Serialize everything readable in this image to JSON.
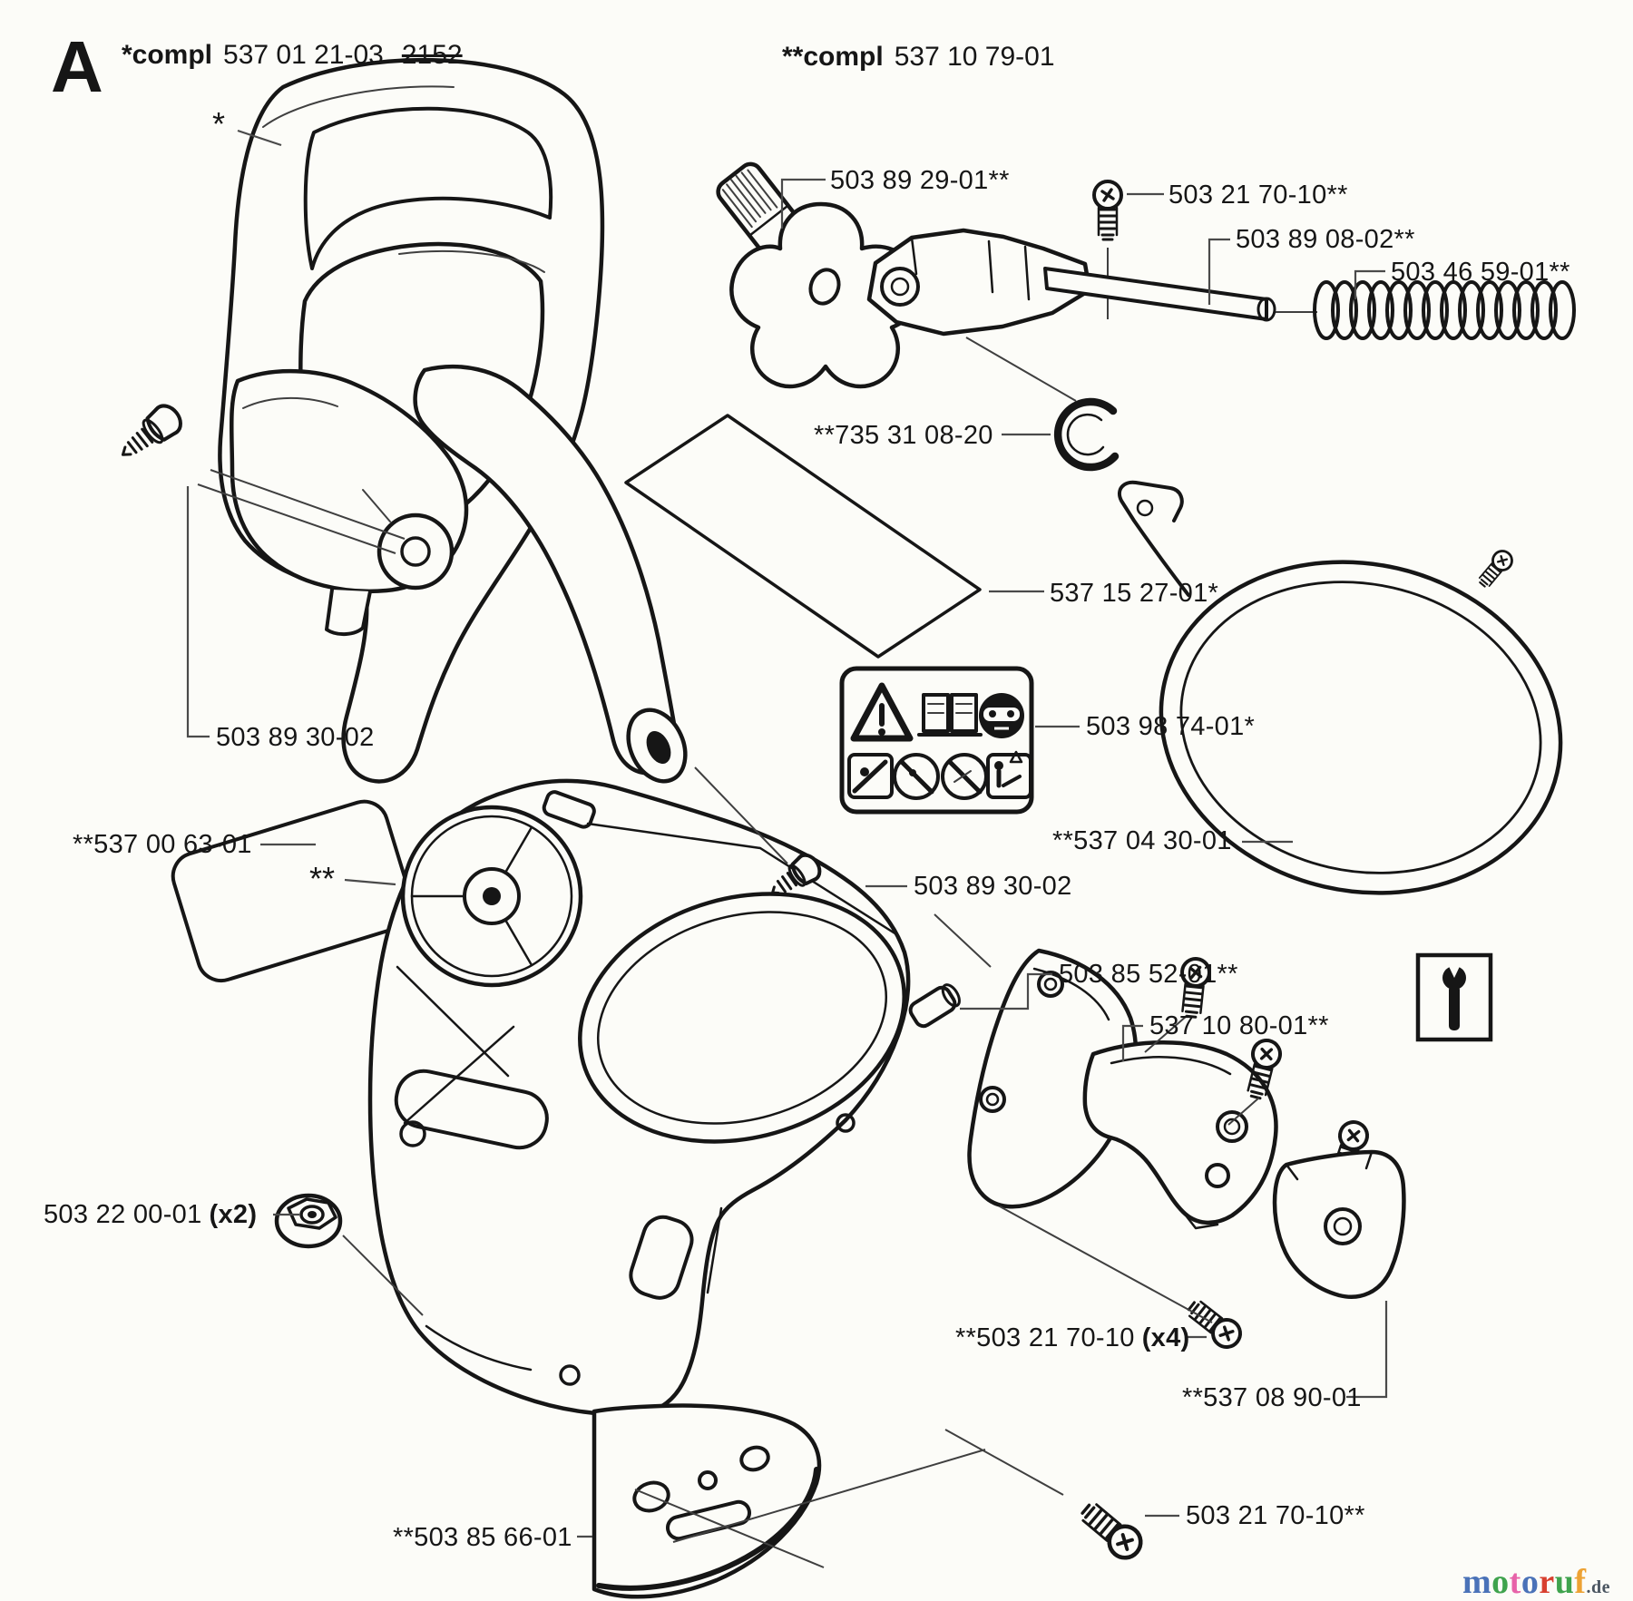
{
  "header": {
    "section_letter": "A",
    "left": {
      "prefix": "*compl",
      "number": "537 01 21-03",
      "struck": "2152"
    },
    "right": {
      "prefix": "**compl",
      "number": "537 10 79-01"
    }
  },
  "markers": {
    "single": "*",
    "double": "**"
  },
  "labels": {
    "l1": "503 89 29-01**",
    "l2": "503 21 70-10**",
    "l3": "503 89 08-02**",
    "l4": "503 46 59-01**",
    "l5": "**735 31 08-20",
    "l6": "537 15 27-01*",
    "l7": "503 98 74-01*",
    "l8": "**537 04 30-01",
    "l9": "503 89 30-02",
    "l10": "**537 00 63-01",
    "l11": "503 89 30-02",
    "l12": "503 85 52-01**",
    "l13": "537 10 80-01**",
    "l14": "503 22 00-01",
    "l14_qty": "(x2)",
    "l15": "**503 21 70-10",
    "l15_qty": "(x4)",
    "l16": "**537 08 90-01",
    "l17": "**503 85 66-01",
    "l18": "503 21 70-10**"
  },
  "watermark": {
    "letters": [
      [
        "m",
        "#4a72b8"
      ],
      [
        "o",
        "#3fa34d"
      ],
      [
        "t",
        "#e763a9"
      ],
      [
        "o",
        "#4a72b8"
      ],
      [
        "r",
        "#d8402f"
      ],
      [
        "u",
        "#3fa34d"
      ],
      [
        "f",
        "#eda233"
      ]
    ],
    "suffix": ".de",
    "suffix_color": "#4a5560"
  },
  "colors": {
    "line": "#161616",
    "leader": "#4a4a4a",
    "background": "#fcfcf8"
  }
}
